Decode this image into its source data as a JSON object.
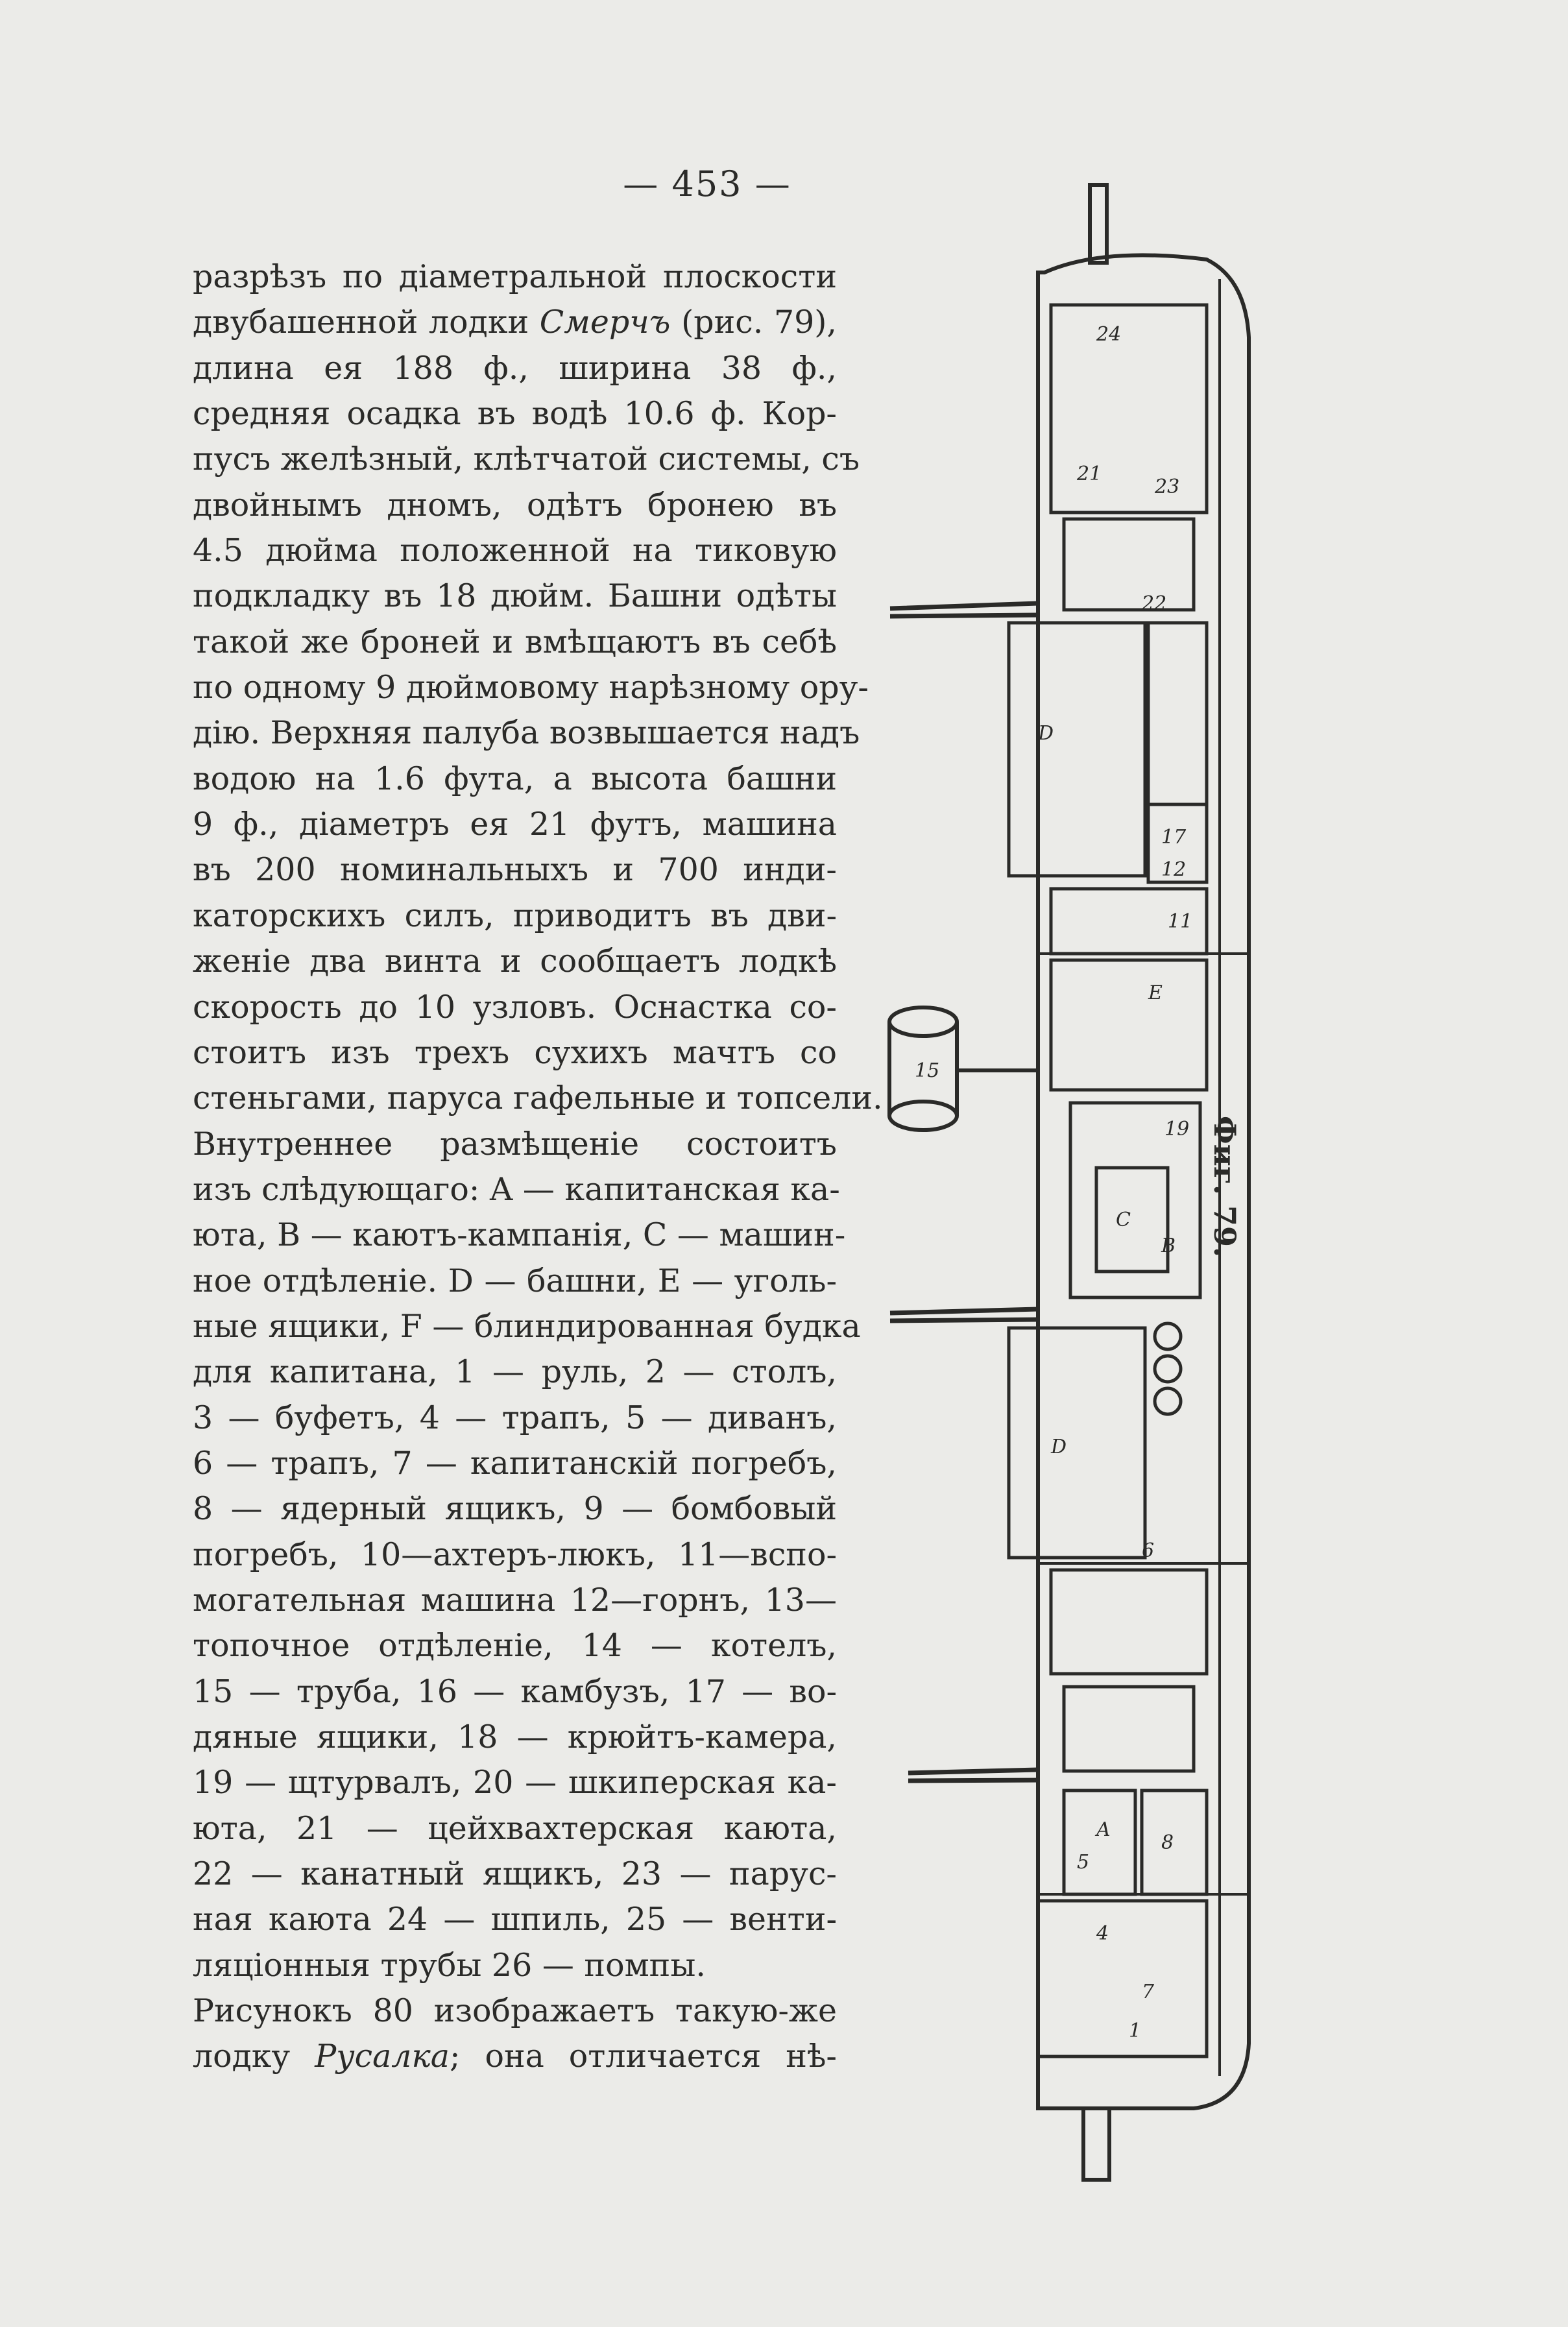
{
  "page": {
    "number": "— 453 —"
  },
  "text": {
    "lines": [
      "разрѣзъ по діаметральной плоскости",
      [
        "двубашенной лодки ",
        "Смерчъ",
        " (рис. 79),"
      ],
      "длина ея 188 ф., ширина 38 ф.,",
      "средняя осадка въ водѣ 10.6 ф. Кор-",
      "пусъ желѣзный, клѣтчатой системы, съ",
      "двойнымъ дномъ, одѣтъ бронею въ",
      "4.5 дюйма положенной на тиковую",
      "подкладку въ 18 дюйм. Башни одѣты",
      "такой же броней и вмѣщаютъ въ себѣ",
      "по одному 9 дюймовому нарѣзному ору-",
      "дію. Верхняя палуба возвышается надъ",
      "водою на 1.6 фута, а высота башни",
      "9 ф., діаметръ ея 21 футъ, машина",
      "въ 200 номинальныхъ и 700 инди-",
      "каторскихъ силъ, приводитъ въ дви-",
      "женіе два винта и сообщаетъ лодкѣ",
      "скорость до 10 узловъ. Оснастка со-",
      "стоитъ изъ трехъ сухихъ мачтъ со",
      "стеньгами, паруса гафельные и топсели.",
      "Внутреннее размѣщеніе состоитъ",
      "изъ слѣдующаго: A — капитанская ка-",
      "юта, B — каютъ-кампанія, C — машин-",
      "ное отдѣленіе. D — башни, E — уголь-",
      "ные ящики, F — блиндированная будка",
      "для капитана, 1 — руль, 2 — столъ,",
      "3 — буфетъ, 4 — трапъ, 5 — диванъ,",
      "6 — трапъ, 7 — капитанскій погребъ,",
      "8 — ядерный ящикъ, 9 — бомбовый",
      "погребъ, 10—ахтеръ-люкъ, 11—вспо-",
      "могательная машина 12—горнъ, 13—",
      "топочное отдѣленіе, 14 — котелъ,",
      "15 — труба, 16 — камбузъ, 17 — во-",
      "дяные ящики, 18 — крюйтъ-камера,",
      "19 — щтурвалъ, 20 — шкиперская ка-",
      "юта, 21 — цейхвахтерская каюта,",
      "22 — канатный ящикъ, 23 — парус-",
      "ная каюта 24 — шпиль, 25 — венти-",
      "ляціонныя трубы 26 — помпы.",
      "Рисунокъ 80 изображаетъ такую-же",
      [
        "лодку ",
        "Русалка",
        "; она отличается нѣ-"
      ]
    ]
  },
  "figure": {
    "caption": "Фиг. 79.",
    "labels": [
      "24",
      "23",
      "22",
      "21",
      "D",
      "17",
      "12",
      "11",
      "E",
      "15",
      "19",
      "C",
      "B",
      "D",
      "8",
      "6",
      "A",
      "5",
      "4",
      "7",
      "1"
    ]
  },
  "colors": {
    "paper": "#ebebe8",
    "ink": "#2a2a28"
  }
}
